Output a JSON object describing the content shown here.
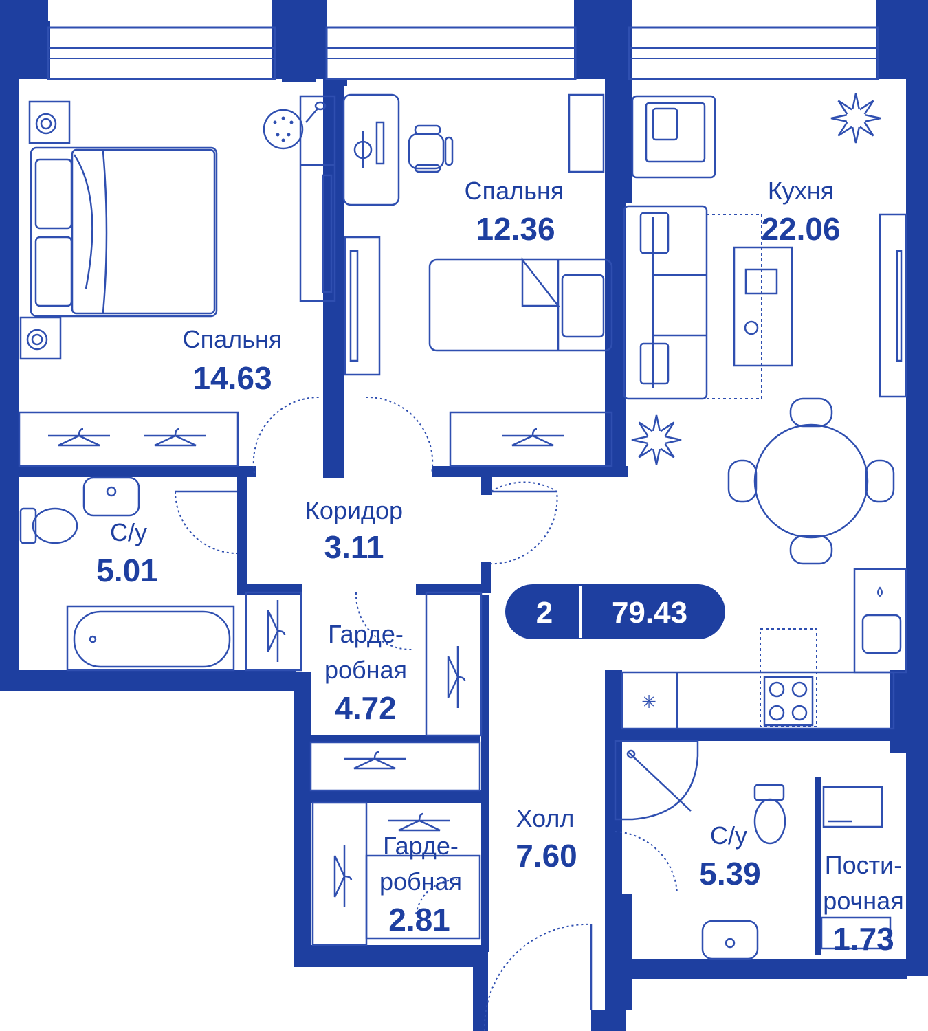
{
  "colors": {
    "wall": "#1e3fa0",
    "line": "#2f4fb0",
    "background": "#ffffff",
    "badge_text": "#ffffff"
  },
  "summary": {
    "rooms_count": "2",
    "total_area": "79.43"
  },
  "rooms": [
    {
      "id": "bedroom-large",
      "name": [
        "Спальня"
      ],
      "area": "14.63"
    },
    {
      "id": "bedroom-small",
      "name": [
        "Спальня"
      ],
      "area": "12.36"
    },
    {
      "id": "kitchen",
      "name": [
        "Кухня"
      ],
      "area": "22.06"
    },
    {
      "id": "corridor",
      "name": [
        "Коридор"
      ],
      "area": "3.11"
    },
    {
      "id": "bathroom-1",
      "name": [
        "С/у"
      ],
      "area": "5.01"
    },
    {
      "id": "wardrobe-1",
      "name": [
        "Гарде-",
        "робная"
      ],
      "area": "4.72"
    },
    {
      "id": "hall",
      "name": [
        "Холл"
      ],
      "area": "7.60"
    },
    {
      "id": "wardrobe-2",
      "name": [
        "Гарде-",
        "робная"
      ],
      "area": "2.81"
    },
    {
      "id": "bathroom-2",
      "name": [
        "С/у"
      ],
      "area": "5.39"
    },
    {
      "id": "laundry",
      "name": [
        "Пости-",
        "рочная"
      ],
      "area": "1.73"
    }
  ],
  "icons": [
    "double-bed-icon",
    "single-bed-icon",
    "nightstand-icon",
    "desk-icon",
    "office-chair-icon",
    "wardrobe-hanger-icon",
    "toilet-icon",
    "sink-icon",
    "bathtub-icon",
    "shower-tray-icon",
    "sofa-icon",
    "armchair-icon",
    "dining-table-icon",
    "chair-icon",
    "cooktop-icon",
    "plant-icon",
    "washing-machine-icon",
    "door-swing-icon",
    "window-icon"
  ]
}
